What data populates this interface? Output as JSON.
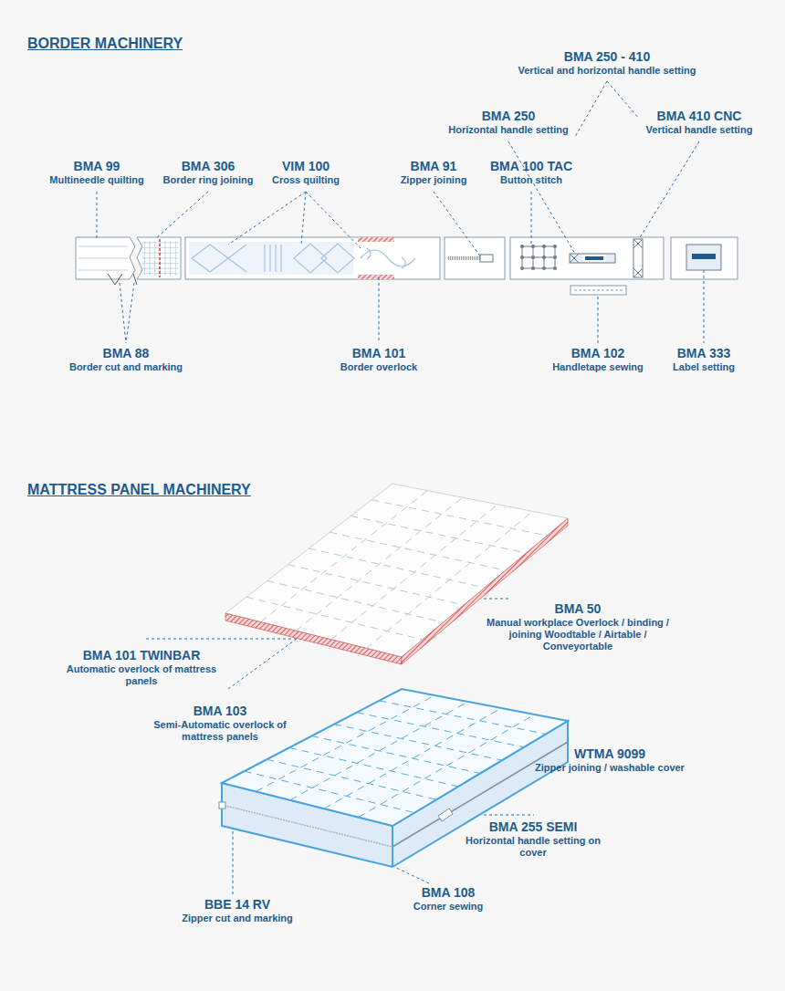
{
  "diagram": {
    "title": "BORDER MACHINERY",
    "labels": [
      "MATTRESS PANEL MACHINERY",
      "BMA 250 - 410",
      "Vertical and horizontal handle setting",
      "BMA 250",
      "Horizontal handle setting",
      "BMA 410 CNC",
      "Vertical handle setting",
      "BMA 99",
      "Multineedle quilting",
      "BMA 306",
      "Border ring joining",
      "VIM 100",
      "Cross quilting",
      "BMA 91",
      "Zipper joining",
      "BMA 100 TAC",
      "Button stitch",
      "BMA 88",
      "Border cut and marking",
      "BMA 101",
      "Border overlock",
      "BMA 102",
      "Handletape sewing",
      "BMA 333",
      "Label setting",
      "BMA 50",
      "Manual workplace Overlock / binding / joining Woodtable / Airtable / Conveyortable",
      "BMA 101 TWINBAR",
      "Automatic overlock of mattress panels",
      "BMA 103",
      "Semi-Automatic overlock of mattress panels",
      "WTMA 9099",
      "Zipper joining / washable cover",
      "BMA 255 SEMI",
      "Horizontal handle setting on cover",
      "BMA 108",
      "Corner sewing",
      "BBE 14 RV",
      "Zipper cut and marking"
    ]
  }
}
